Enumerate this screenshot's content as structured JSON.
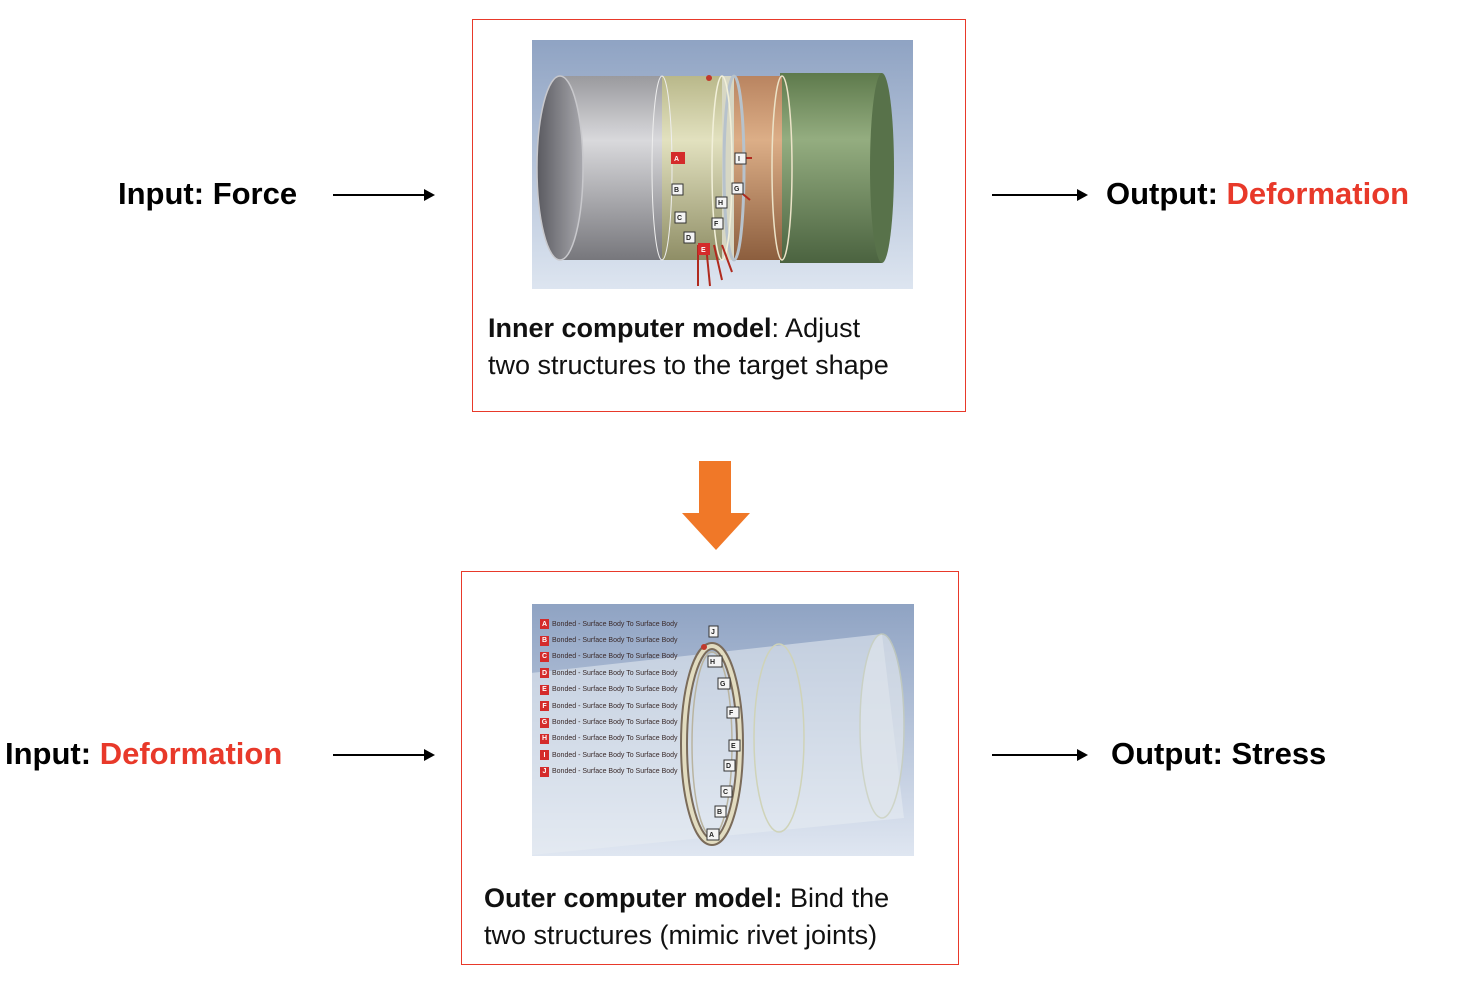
{
  "top_row": {
    "input_prefix": "Input: ",
    "input_value": "Force",
    "output_prefix": "Output: ",
    "output_value": "Deformation",
    "caption_bold": "Inner computer model",
    "caption_line1_rest": ": Adjust",
    "caption_line2": "two structures to the target shape"
  },
  "bottom_row": {
    "input_prefix": "Input: ",
    "input_value": "Deformation",
    "output_prefix": "Output: ",
    "output_value": "Stress",
    "caption_bold": "Outer computer model:",
    "caption_line1_rest": " Bind the",
    "caption_line2": "two structures (mimic rivet joints)"
  },
  "inner_render_markers": [
    "A",
    "B",
    "C",
    "D",
    "E",
    "F",
    "G",
    "H",
    "I"
  ],
  "outer_render_contacts": [
    {
      "tag": "A",
      "label": "Bonded - Surface Body To Surface Body"
    },
    {
      "tag": "B",
      "label": "Bonded - Surface Body To Surface Body"
    },
    {
      "tag": "C",
      "label": "Bonded - Surface Body To Surface Body"
    },
    {
      "tag": "D",
      "label": "Bonded - Surface Body To Surface Body"
    },
    {
      "tag": "E",
      "label": "Bonded - Surface Body To Surface Body"
    },
    {
      "tag": "F",
      "label": "Bonded - Surface Body To Surface Body"
    },
    {
      "tag": "G",
      "label": "Bonded - Surface Body To Surface Body"
    },
    {
      "tag": "H",
      "label": "Bonded - Surface Body To Surface Body"
    },
    {
      "tag": "I",
      "label": "Bonded - Surface Body To Surface Body"
    },
    {
      "tag": "J",
      "label": "Bonded - Surface Body To Surface Body"
    }
  ],
  "outer_render_markers": [
    "J",
    "H",
    "G",
    "F",
    "E",
    "D",
    "C",
    "B",
    "A"
  ],
  "colors": {
    "accent": "#e8392a",
    "flow_arrow": "#f07828",
    "panel_border": "#e8392a"
  }
}
